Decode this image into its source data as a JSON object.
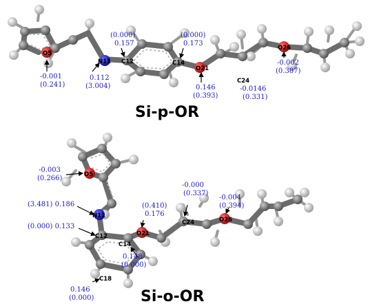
{
  "molecules": [
    {
      "title": "Si-p-OR",
      "atoms": [
        {
          "label": "O5",
          "charge": "-0.001",
          "spin": "(0.241)"
        },
        {
          "label": "N11",
          "charge": "0.112",
          "spin": "(3.004)"
        },
        {
          "label": "C12",
          "charge": "(0.000)",
          "spin": "0.157"
        },
        {
          "label": "C14",
          "charge": "(0.000)",
          "spin": "0.173"
        },
        {
          "label": "O21",
          "charge": "0.146",
          "spin": "(0.393)"
        },
        {
          "label": "C24",
          "charge": "-0.0146",
          "spin": "(0.331)"
        },
        {
          "label": "O26",
          "charge": "-0.002",
          "spin": "(0.387)"
        }
      ]
    },
    {
      "title": "Si-o-OR",
      "atoms": [
        {
          "label": "O5",
          "charge": "-0.003",
          "spin": "(0.266)"
        },
        {
          "label": "N11",
          "charge": "(3.481) 0.186"
        },
        {
          "label": "C12",
          "charge": "(0.000) 0.133"
        },
        {
          "label": "O21",
          "charge": "(0.410)",
          "spin": "0.176"
        },
        {
          "label": "C24",
          "charge": "-0.000",
          "spin": "(0.337)"
        },
        {
          "label": "O26",
          "charge": "-0.004",
          "spin": "(0.394)"
        },
        {
          "label": "C14",
          "charge": "0.148",
          "spin": "(0.000)"
        },
        {
          "label": "C18",
          "charge": "0.146",
          "spin": "(0.000)"
        }
      ]
    }
  ],
  "colors": {
    "carbon": "#6c6c6c",
    "hydrogen": "#ffffff",
    "oxygen": "#e00000",
    "nitrogen": "#1010e0",
    "value_text": "#1a1ad0"
  }
}
